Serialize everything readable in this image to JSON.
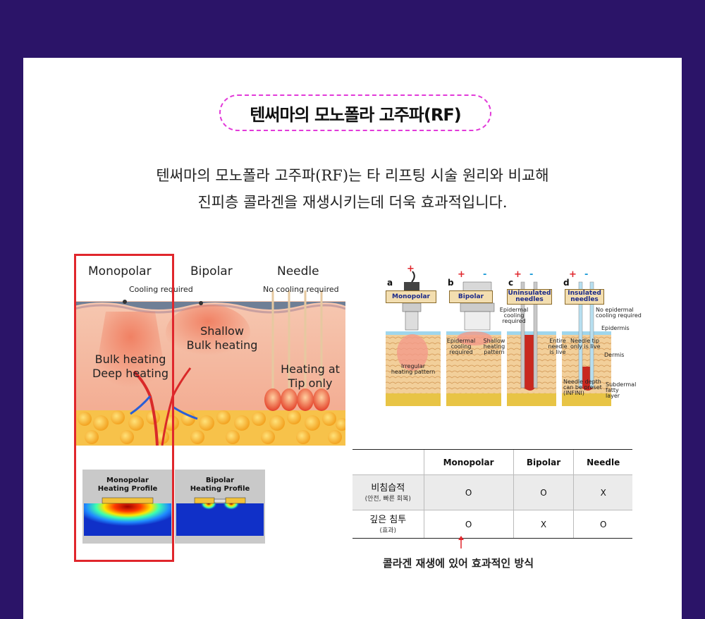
{
  "title": "텐써마의 모노폴라 고주파(RF)",
  "description": {
    "line1": "텐써마의 모노폴라 고주파(RF)는 타 리프팅 시술 원리와 비교해",
    "line2": "진피층 콜라겐을 재생시키는데 더욱 효과적입니다."
  },
  "illustration": {
    "monopolar": "Monopolar",
    "bipolar": "Bipolar",
    "needle": "Needle",
    "cooling_required": "Cooling required",
    "no_cooling_required": "No cooling required",
    "bulk_heating": "Bulk heating",
    "deep_heating": "Deep heating",
    "shallow": "Shallow",
    "shallow_bulk": "Bulk heating",
    "heating_at": "Heating at",
    "tip_only": "Tip only"
  },
  "profiles": {
    "mono_line1": "Monopolar",
    "mono_line2": "Heating Profile",
    "bi_line1": "Bipolar",
    "bi_line2": "Heating Profile"
  },
  "diagram": {
    "letters": [
      "a",
      "b",
      "c",
      "d"
    ],
    "tags": [
      "Monopolar",
      "Bipolar",
      "Uninsulated needles",
      "Insulated needles"
    ],
    "plus": "+",
    "minus": "-",
    "notes": {
      "epidermal_cooling_top": "Epidermal cooling required",
      "no_epidermal": "No epidermal cooling required",
      "epidermis": "Epidermis",
      "epidermal_cooling_mid": "Epidermal cooling required",
      "shallow_pattern": "Shallow heating pattern",
      "entire_needle": "Entire needle is live",
      "needle_tip": "Needle tip only is live",
      "dermis": "Dermis",
      "irregular": "Irregular heating pattern",
      "needle_depth": "Needle depth can be preset (INFINI)",
      "subdermal": "Subdermal fatty layer"
    }
  },
  "table": {
    "headers": [
      "",
      "Monopolar",
      "Bipolar",
      "Needle"
    ],
    "rows": [
      {
        "label": "비침습적",
        "sub": "(안전, 빠른 회복)",
        "values": [
          "O",
          "O",
          "X"
        ]
      },
      {
        "label": "깊은 침투",
        "sub": "(효과)",
        "values": [
          "O",
          "X",
          "O"
        ]
      }
    ]
  },
  "caption": "콜라겐 재생에 있어 효과적인 방식",
  "colors": {
    "background": "#2b1468",
    "highlight": "#e0262c",
    "pill_border": "#e23ad9"
  }
}
